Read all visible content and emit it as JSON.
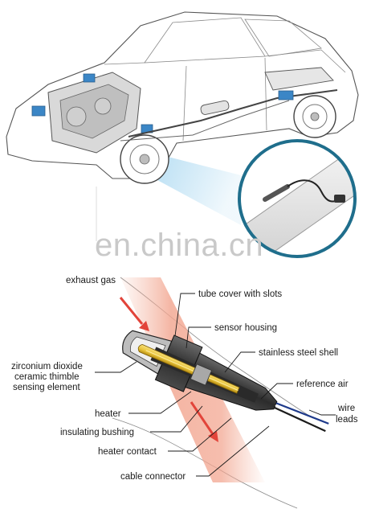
{
  "watermark": "en.china.cn",
  "labels": {
    "exhaust_gas": "exhaust gas",
    "tube_cover": "tube cover with slots",
    "sensor_housing": "sensor housing",
    "zirconium_1": "zirconium dioxide",
    "zirconium_2": "ceramic thimble",
    "zirconium_3": "sensing element",
    "stainless_shell": "stainless steel shell",
    "reference_air": "reference air",
    "heater": "heater",
    "wire_1": "wire",
    "wire_2": "leads",
    "insulating_bushing": "insulating bushing",
    "heater_contact": "heater contact",
    "cable_connector": "cable connector"
  },
  "colors": {
    "exhaust_glow": "#f2a48e",
    "arrow": "#e2443a",
    "sensor_core": "#e8c43a",
    "shell": "#3a3a3a",
    "inset_ring": "#1f6e8c",
    "beam": "#9fd3ef",
    "component_blue": "#3b86c6"
  }
}
